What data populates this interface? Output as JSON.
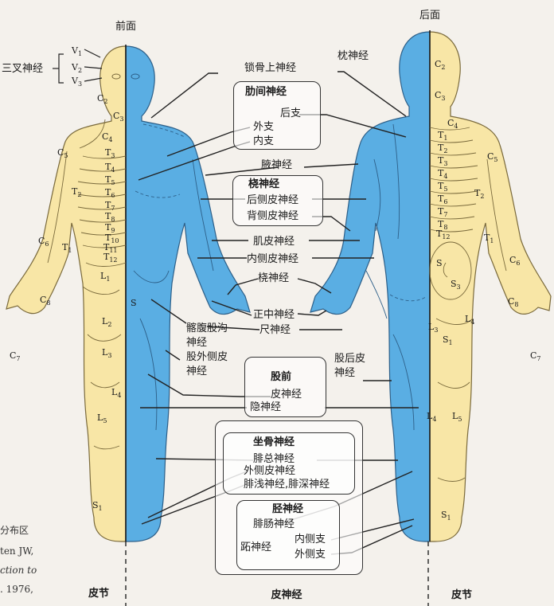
{
  "views": {
    "front": "前面",
    "back": "后面"
  },
  "trigeminal": {
    "label": "三叉神经",
    "branches": [
      "V1",
      "V2",
      "V3"
    ]
  },
  "nerves": {
    "supraclavicular": "锁骨上神经",
    "occipital": "枕神经",
    "intercostal": {
      "title": "肋间神经",
      "items": [
        "后支",
        "外支",
        "内支"
      ]
    },
    "axillary": "腋神经",
    "radial_group": {
      "title": "桡神经",
      "items": [
        "后侧皮神经",
        "背侧皮神经"
      ]
    },
    "musculocutaneous": "肌皮神经",
    "medial_cutaneous": "内侧皮神经",
    "radial": "桡神经",
    "median": "正中神经",
    "ulnar": "尺神经",
    "ilioinguinal": "髂腹股沟神经",
    "lateral_femoral": "股外侧皮神经",
    "posterior_femoral": "股后皮神经",
    "femoral": {
      "title": "股前",
      "items": [
        "皮神经",
        "隐神经"
      ]
    },
    "sciatic": {
      "title": "坐骨神经",
      "items": [
        "腓总神经",
        "外侧皮神经",
        "腓浅神经,腓深神经"
      ]
    },
    "tibial": {
      "title": "胫神经",
      "items": [
        "腓肠神经"
      ],
      "plantar": "跖神经",
      "plantar_items": [
        "内侧支",
        "外侧支"
      ]
    }
  },
  "bottom": {
    "left": "皮节",
    "center": "皮神经",
    "right": "皮节"
  },
  "caption": [
    "分布区",
    "ten JW,",
    "ction to",
    ". 1976,"
  ],
  "colors": {
    "skin": "#f8e6a6",
    "nerve_blue": "#5aaee3",
    "outline": "#7a6a3c",
    "line": "#222222"
  }
}
